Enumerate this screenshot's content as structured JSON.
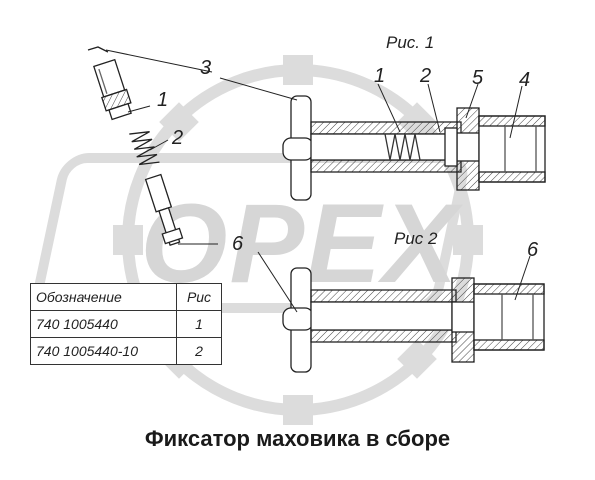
{
  "figures": {
    "fig1_label": "Рис. 1",
    "fig2_label": "Рис  2"
  },
  "callouts": {
    "c1": "1",
    "c2": "2",
    "c3": "3",
    "c4": "4",
    "c5": "5",
    "c6": "6",
    "left_1": "1",
    "left_2": "2",
    "left_6": "6",
    "fig2_6": "6"
  },
  "watermark": {
    "text": "OPEX",
    "color": "#d9d9d9"
  },
  "table": {
    "headers": [
      "Обозначение",
      "Рис"
    ],
    "rows": [
      [
        "740 1005440",
        "1"
      ],
      [
        "740 1005440-10",
        "2"
      ]
    ]
  },
  "caption": "Фиксатор маховика в сборе"
}
